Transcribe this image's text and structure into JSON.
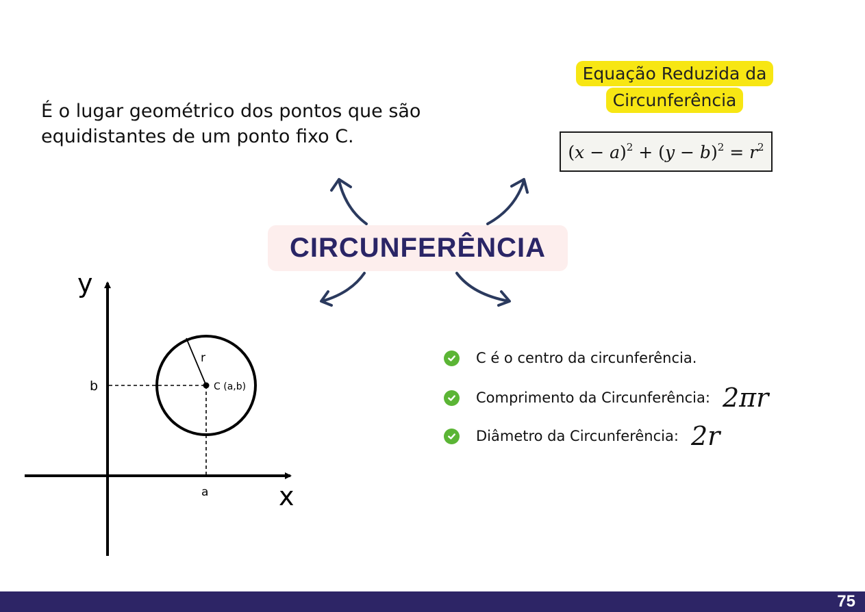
{
  "definition": "É o lugar geométrico dos pontos que são equidistantes de um ponto fixo C.",
  "equation": {
    "title": "Equação Reduzida da Circunferência",
    "formula": "(x − a)² + (y − b)² = r²"
  },
  "central_title": "CIRCUNFERÊNCIA",
  "graph": {
    "x_axis_label": "x",
    "y_axis_label": "y",
    "center_label": "C (a,b)",
    "radius_label": "r",
    "a_label": "a",
    "b_label": "b"
  },
  "properties": [
    {
      "text": "C é o centro da circunferência.",
      "math": ""
    },
    {
      "text": "Comprimento da Circunferência:",
      "math": "2πr"
    },
    {
      "text": "Diâmetro da Circunferência:",
      "math": "2r"
    }
  ],
  "page_number": "75",
  "colors": {
    "title": "#2a2566",
    "title_bg": "#fdeeed",
    "highlight": "#f7e613",
    "arrow": "#2b3a5e",
    "check": "#5bb535",
    "footer": "#2d2566"
  }
}
